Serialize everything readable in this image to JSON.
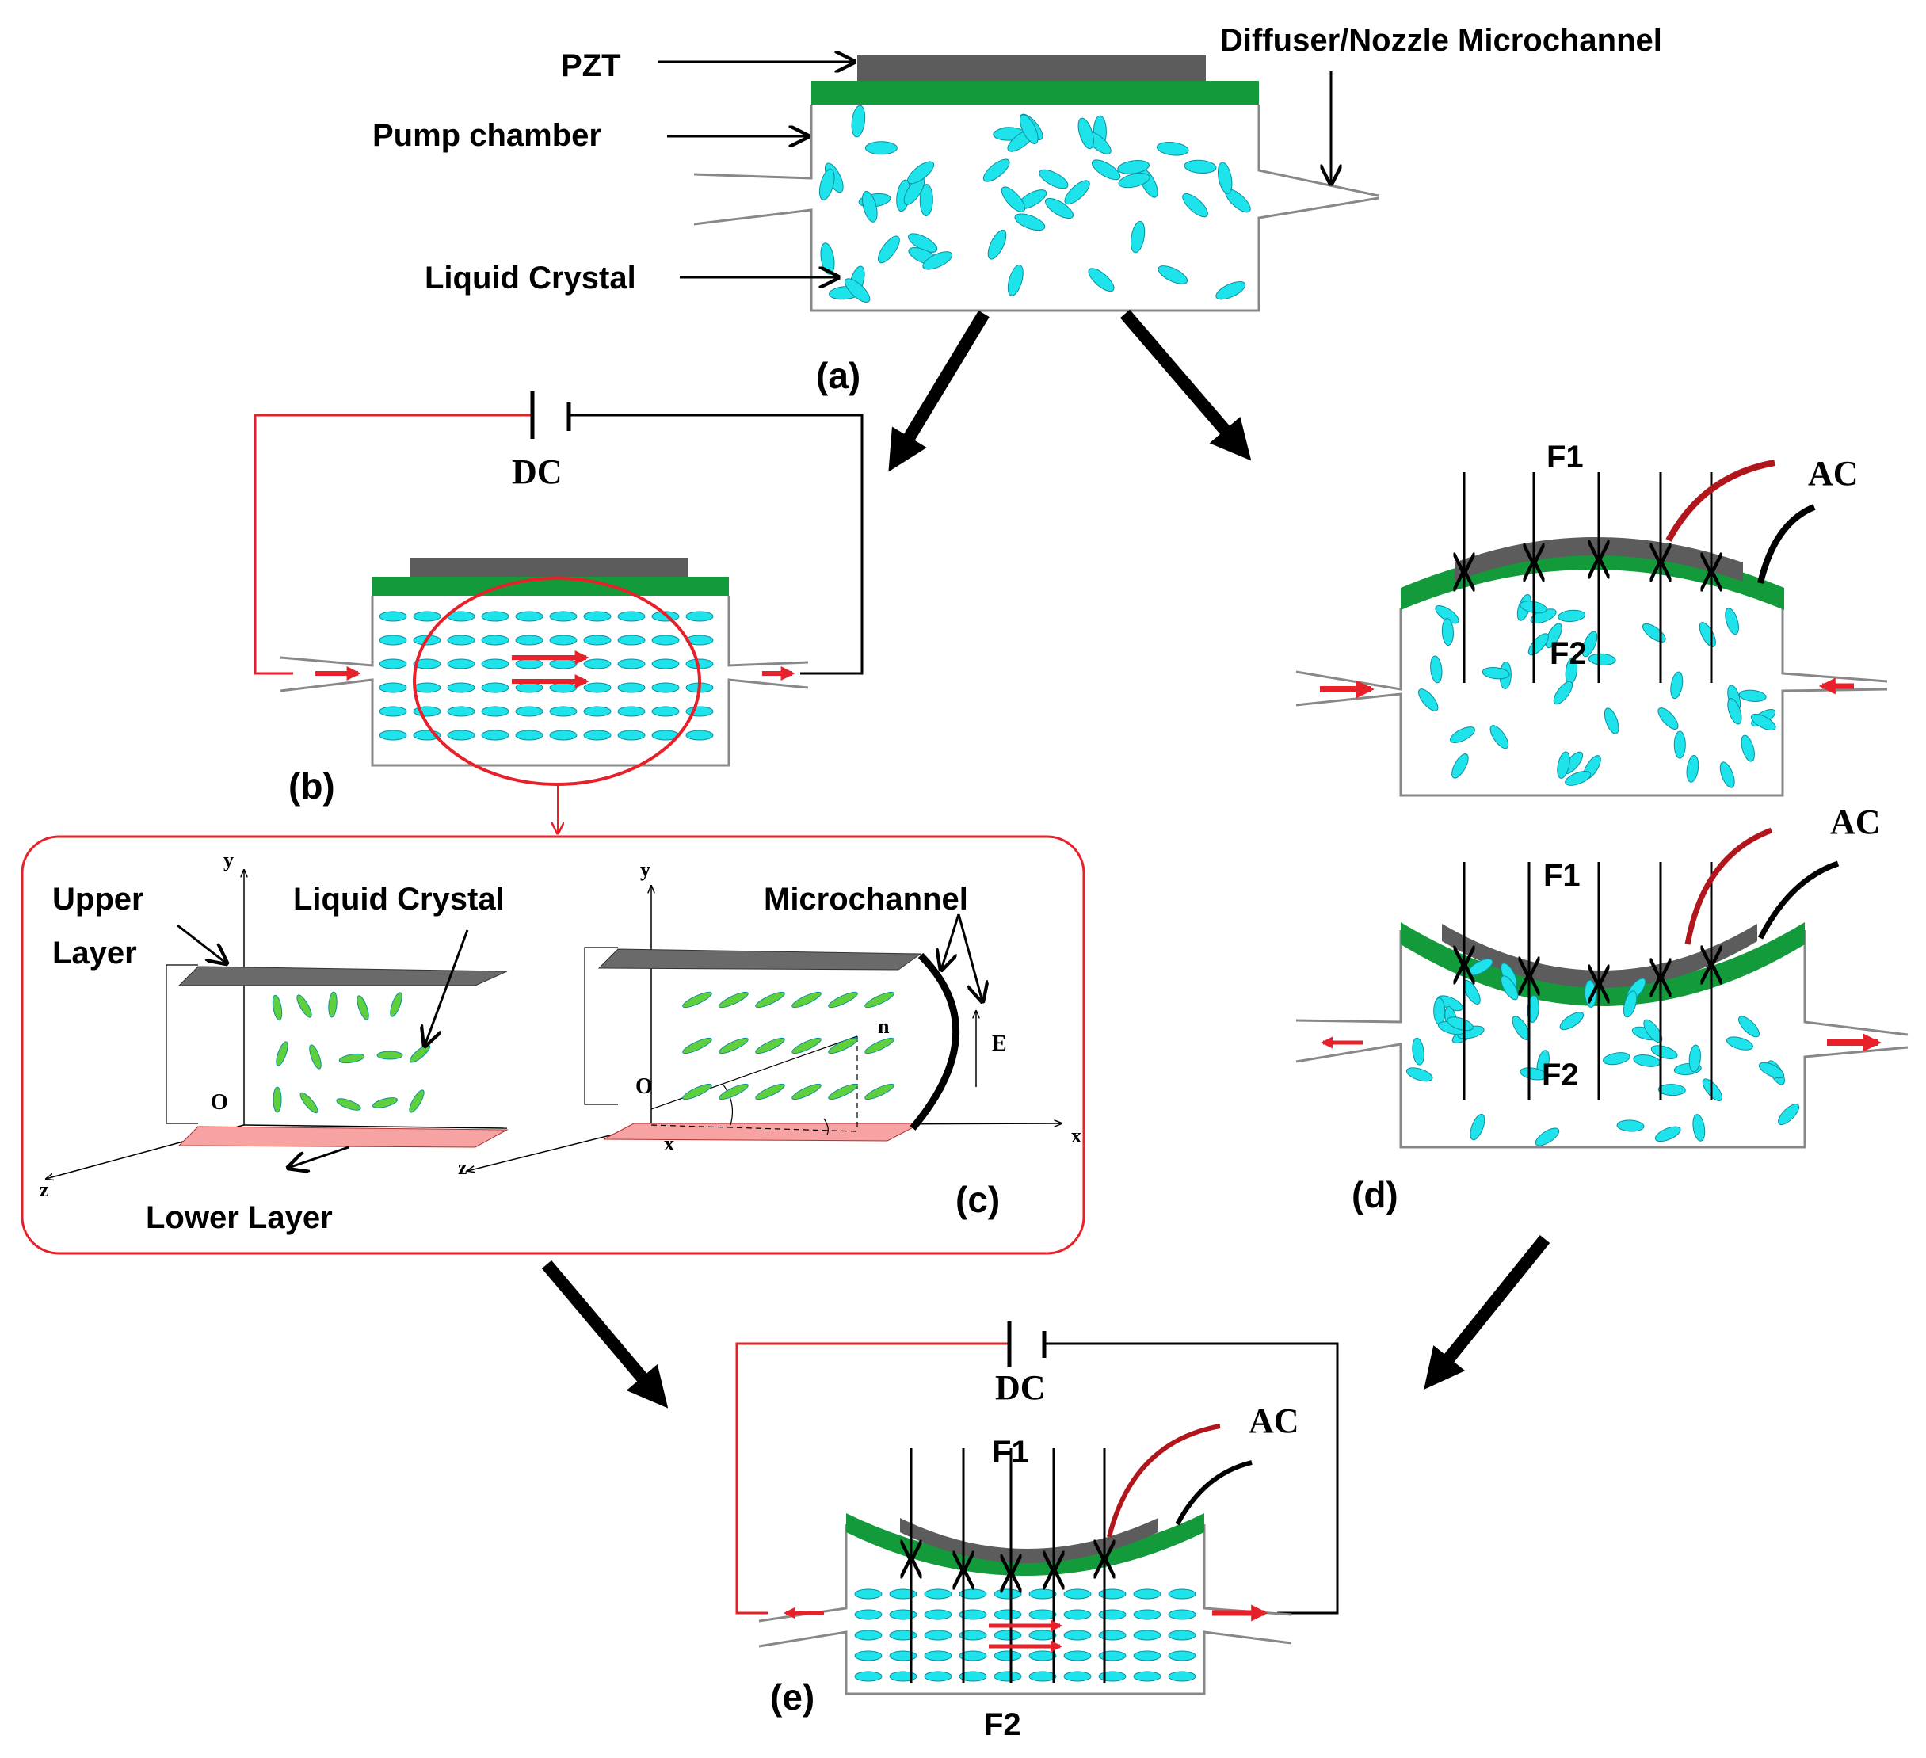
{
  "panel_a": {
    "pzt": "PZT",
    "pump_chamber": "Pump chamber",
    "liquid_crystal": "Liquid Crystal",
    "diffuser_nozzle": "Diffuser/Nozzle Microchannel",
    "caption": "(a)"
  },
  "panel_b": {
    "dc": "DC",
    "caption": "(b)"
  },
  "panel_c": {
    "upper_layer_1": "Upper",
    "upper_layer_2": "Layer",
    "liquid_crystal": "Liquid Crystal",
    "microchannel": "Microchannel",
    "lower_layer": "Lower Layer",
    "caption": "(c)",
    "axis_y": "y",
    "axis_z": "z",
    "axis_x": "x",
    "origin": "O",
    "n": "n",
    "e": "E"
  },
  "panel_d": {
    "f1": "F1",
    "f2": "F2",
    "ac": "AC",
    "caption": "(d)"
  },
  "panel_e": {
    "dc": "DC",
    "ac": "AC",
    "f1": "F1",
    "f2": "F2",
    "caption": "(e)"
  },
  "colors": {
    "cyan": "#1fe3ea",
    "green_plate": "#129a3b",
    "pzt_gray": "#5c5c5c",
    "red_wire": "#b0161b",
    "red_arrow": "#e8202a",
    "lc_green": "#5fcf3c",
    "pink": "#f7a3a3"
  }
}
